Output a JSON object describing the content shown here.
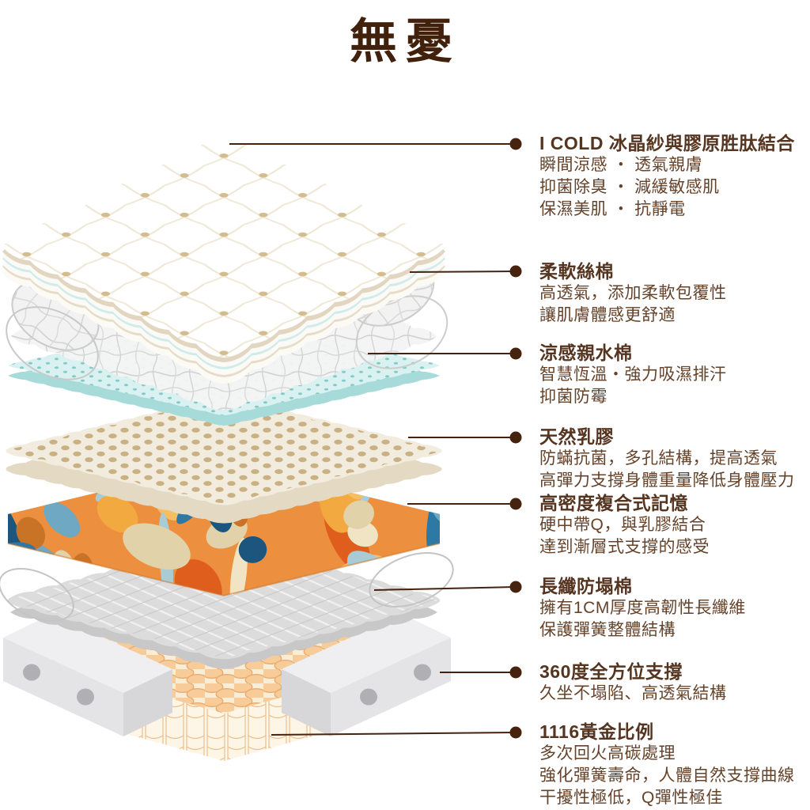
{
  "page": {
    "title": "無憂"
  },
  "callouts": [
    {
      "title": "I COLD 冰晶紗與膠原胜肽結合",
      "lines": [
        "瞬間涼感 ・ 透氣親膚",
        "抑菌除臭 ・ 減緩敏感肌",
        "保濕美肌 ・ 抗靜電"
      ]
    },
    {
      "title": "柔軟絲棉",
      "lines": [
        "高透氣，添加柔軟包覆性",
        "讓肌膚體感更舒適"
      ]
    },
    {
      "title": "涼感親水棉",
      "lines": [
        "智慧恆溫・強力吸濕排汗",
        "抑菌防霉"
      ]
    },
    {
      "title": "天然乳膠",
      "lines": [
        "防蟎抗菌，多孔結構，提高透氣",
        "高彈力支撐身體重量降低身體壓力"
      ]
    },
    {
      "title": "高密度複合式記憶",
      "lines": [
        "硬中帶Q，與乳膠結合",
        "達到漸層式支撐的感受"
      ]
    },
    {
      "title": "長纖防塌棉",
      "lines": [
        "擁有1CM厚度高韌性長纖維",
        "保護彈簧整體結構"
      ]
    },
    {
      "title": "360度全方位支撐",
      "lines": [
        "久坐不塌陷、高透氣結構"
      ]
    },
    {
      "title": "1116黃金比例",
      "lines": [
        "多次回火高碳處理",
        "強化彈簧壽命，人體自然支撐曲線",
        "干擾性極低，Q彈性極佳"
      ]
    }
  ],
  "colors": {
    "title_brown": "#42210C",
    "text_brown": "#5E3B22",
    "leader_brown": "#46230F",
    "quilt_dot": "#D3BD90",
    "cool_teal_band": "#CFECEA",
    "hydro_layer_top": "#D9F1F0",
    "latex_cream": "#F2ECDF",
    "memory_foam_orange": "#EC8F3E",
    "spring_tan": "#F7CC98",
    "rail_grey": "#E3E3E6"
  }
}
